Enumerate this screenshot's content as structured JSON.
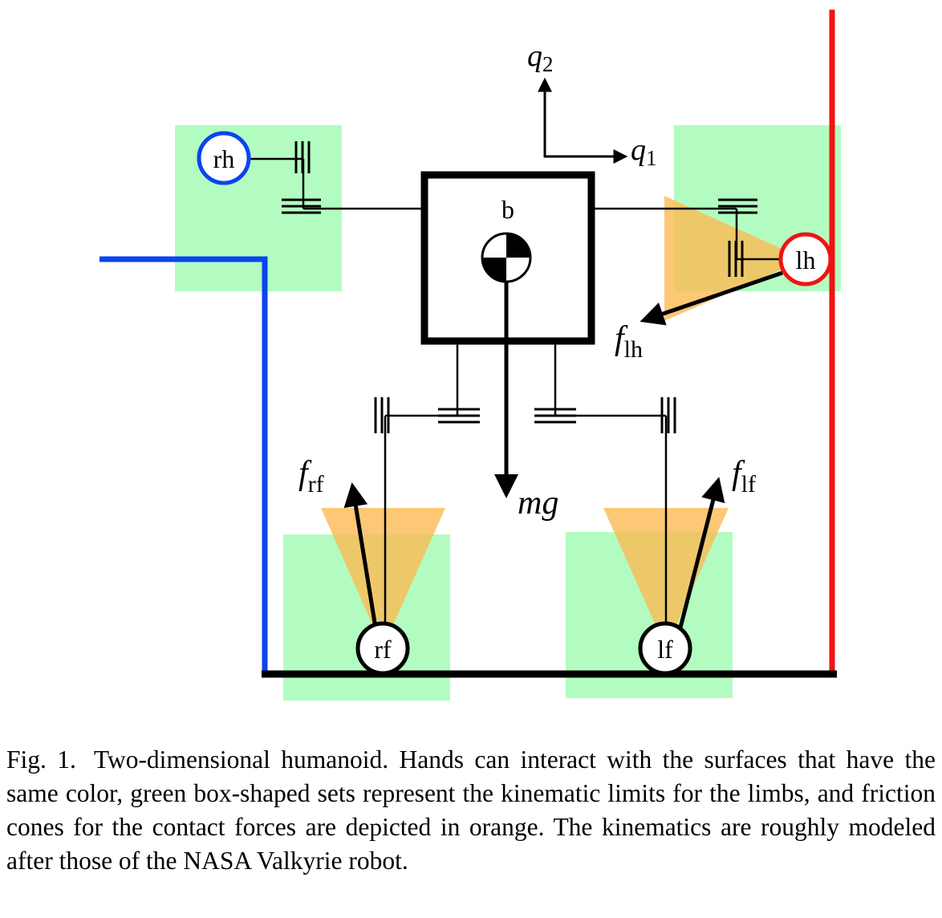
{
  "figure": {
    "labels": {
      "body": "b",
      "right_hand": "rh",
      "left_hand": "lh",
      "right_foot": "rf",
      "left_foot": "lf"
    },
    "axes": {
      "q1": {
        "symbol": "q",
        "sub": "1"
      },
      "q2": {
        "symbol": "q",
        "sub": "2"
      }
    },
    "forces": {
      "f_lh": {
        "symbol": "f",
        "sub": "lh"
      },
      "f_rf": {
        "symbol": "f",
        "sub": "rf"
      },
      "f_lf": {
        "symbol": "f",
        "sub": "lf"
      },
      "gravity": "mg"
    },
    "colors": {
      "kinematic_set": "#b3fcc1",
      "friction_cone": "#fbba52",
      "left_surface": "#0a44ee",
      "right_surface": "#f01313",
      "ground": "#000000",
      "right_hand_ring": "#0a44ee",
      "left_hand_ring": "#f01313"
    }
  },
  "caption": {
    "label": "Fig. 1.",
    "text": "Two-dimensional humanoid. Hands can interact with the surfaces that have the same color, green box-shaped sets represent the kinematic limits for the limbs, and friction cones for the contact forces are depicted in orange. The kinematics are roughly modeled after those of the NASA Valkyrie robot."
  }
}
